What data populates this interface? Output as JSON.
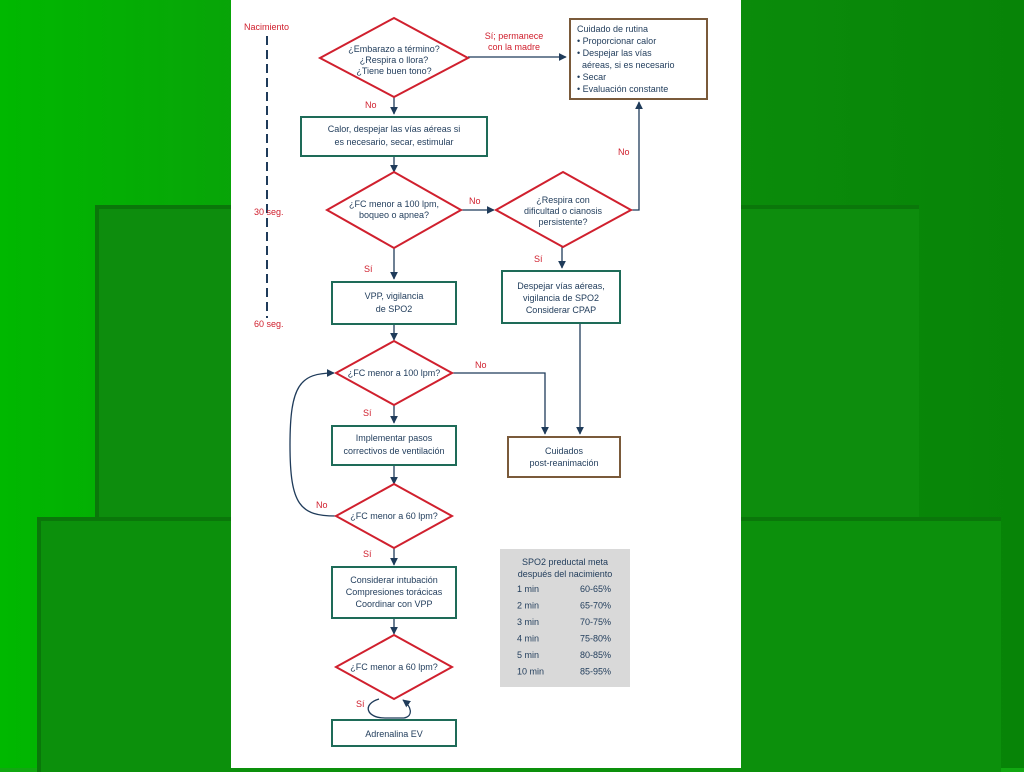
{
  "timeline": {
    "birth": "Nacimiento",
    "t30": "30 seg.",
    "t60": "60 seg."
  },
  "decisions": {
    "d1": [
      "¿Embarazo a término?",
      "¿Respira o llora?",
      "¿Tiene buen tono?"
    ],
    "d2": [
      "¿FC menor a 100 lpm,",
      "boqueo o apnea?"
    ],
    "d3": [
      "¿Respira con",
      "dificultad o cianosis",
      "persistente?"
    ],
    "d4": [
      "¿FC menor a 100 lpm?"
    ],
    "d5": [
      "¿FC menor a 60 lpm?"
    ],
    "d6": [
      "¿FC menor a 60 lpm?"
    ]
  },
  "boxes": {
    "routine": [
      "Cuidado de rutina",
      "• Proporcionar calor",
      "• Despejar las vías",
      "  aéreas, si es necesario",
      "• Secar",
      "• Evaluación constante"
    ],
    "warm": [
      "Calor, despejar las vías aéreas si",
      "es necesario, secar, estimular"
    ],
    "ppv": [
      "VPP, vigilancia",
      "de SPO2"
    ],
    "clear": [
      "Despejar vías aéreas,",
      "vigilancia de SPO2",
      "Considerar CPAP"
    ],
    "corrective": [
      "Implementar pasos",
      "correctivos de ventilación"
    ],
    "post": [
      "Cuidados",
      "post-reanimación"
    ],
    "intubation": [
      "Considerar intubación",
      "Compresiones torácicas",
      "Coordinar con VPP"
    ],
    "adrenaline": [
      "Adrenalina EV"
    ]
  },
  "labels": {
    "yes_mother": [
      "Sí; permanece",
      "con la madre"
    ],
    "no": "No",
    "yes": "Sí"
  },
  "spo2_table": {
    "title": [
      "SPO2 preductal meta",
      "después del nacimiento"
    ],
    "rows": [
      [
        "1 min",
        "60-65%"
      ],
      [
        "2 min",
        "65-70%"
      ],
      [
        "3 min",
        "70-75%"
      ],
      [
        "4 min",
        "75-80%"
      ],
      [
        "5 min",
        "80-85%"
      ],
      [
        "10 min",
        "85-95%"
      ]
    ]
  },
  "colors": {
    "red": "#d0202e",
    "teal": "#1e6b58",
    "brown": "#7a5a3a",
    "navy": "#1f3b5a",
    "table_bg": "#d9d9d9"
  }
}
